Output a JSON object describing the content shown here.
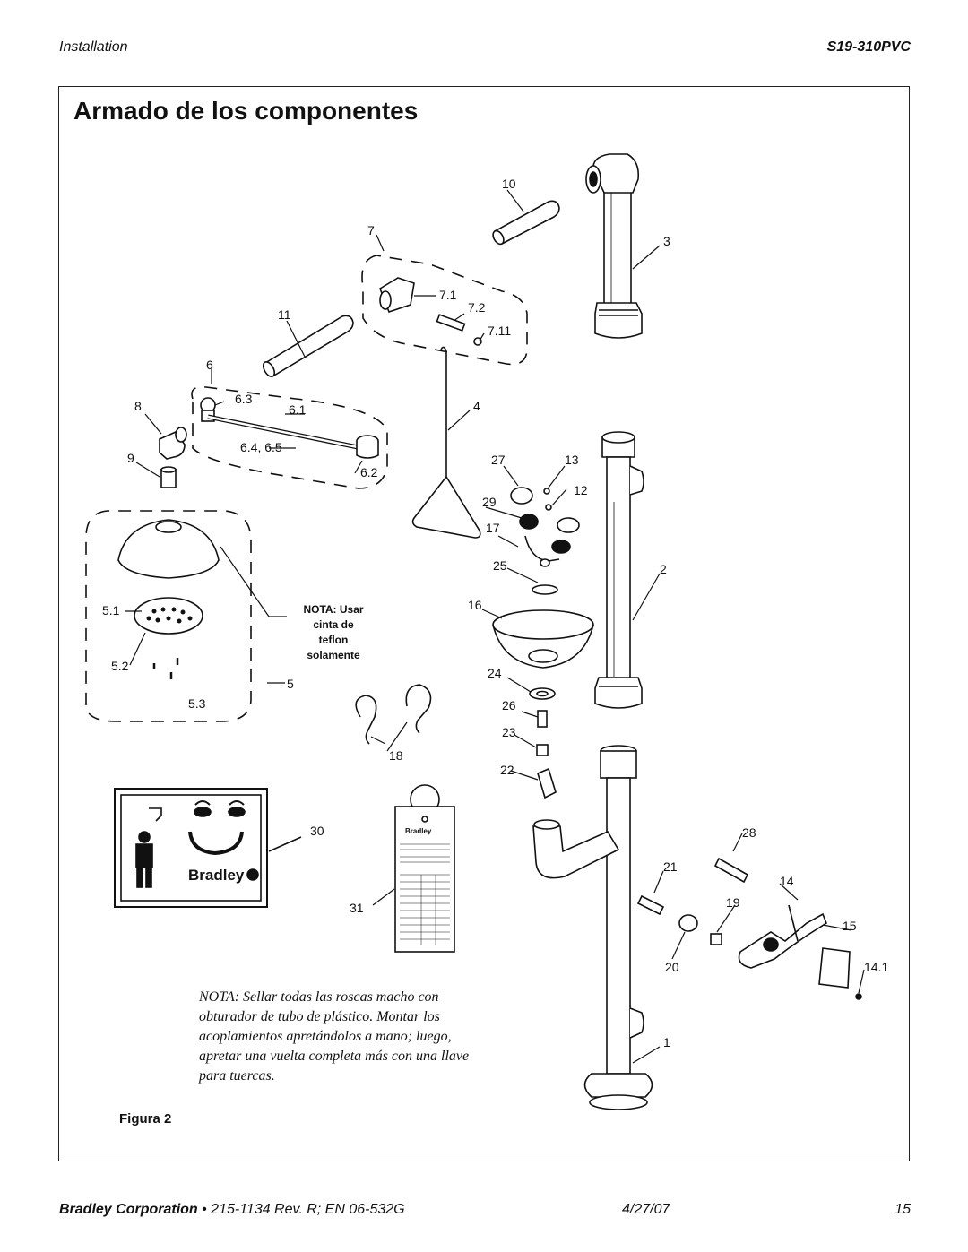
{
  "header": {
    "section": "Installation",
    "model": "S19-310PVC"
  },
  "title": "Armado de los componentes",
  "callouts": {
    "c1": "1",
    "c2": "2",
    "c3": "3",
    "c4": "4",
    "c5": "5",
    "c5_1": "5.1",
    "c5_2": "5.2",
    "c5_3": "5.3",
    "c6": "6",
    "c6_1": "6.1",
    "c6_2": "6.2",
    "c6_3": "6.3",
    "c6_45": "6.4, 6.5",
    "c7": "7",
    "c7_1": "7.1",
    "c7_2": "7.2",
    "c7_11": "7.11",
    "c8": "8",
    "c9": "9",
    "c10": "10",
    "c11": "11",
    "c12": "12",
    "c13": "13",
    "c14": "14",
    "c14_1": "14.1",
    "c15": "15",
    "c16": "16",
    "c17": "17",
    "c18": "18",
    "c19": "19",
    "c20": "20",
    "c21": "21",
    "c22": "22",
    "c23": "23",
    "c24": "24",
    "c25": "25",
    "c26": "26",
    "c27": "27",
    "c28": "28",
    "c29": "29",
    "c30": "30",
    "c31": "31"
  },
  "teflon_note": "NOTA: Usar\ncinta de\nteflon\nsolamente",
  "seal_note": "NOTA:  Sellar todas las roscas macho con obturador de tubo de plástico. Montar los acoplamientos apretándolos a mano; luego, apretar una vuelta completa más con una llave para tuercas.",
  "sign_logo": "Bradley",
  "tag_logo": "Bradley",
  "figure_label": "Figura 2",
  "footer": {
    "company": "Bradley Corporation",
    "doc": " • 215-1134 Rev. R; EN 06-532G",
    "date": "4/27/07",
    "page": "15"
  }
}
